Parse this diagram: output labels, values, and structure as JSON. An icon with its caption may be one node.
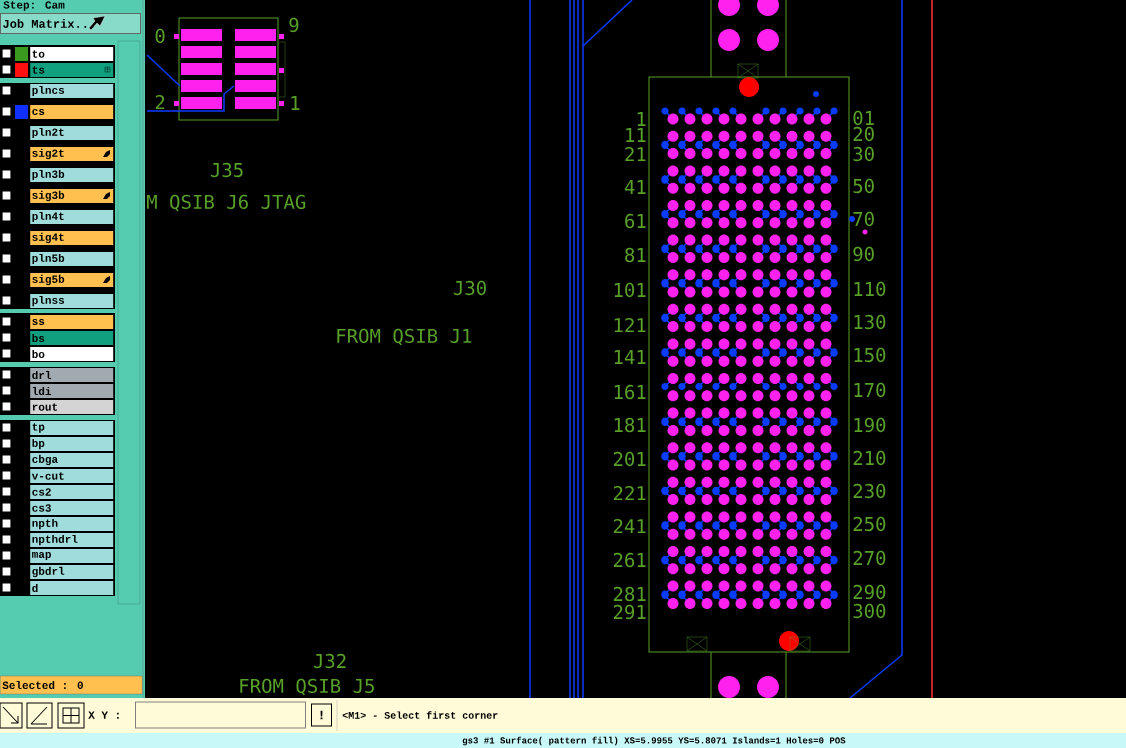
{
  "diagram": {
    "nodes": [
      {
        "text": [
          "Job Matrix..."
        ]
      },
      {
        "text": [
          "to"
        ]
      },
      {
        "text": [
          "ts"
        ]
      },
      {
        "text": [
          "plncs"
        ]
      },
      {
        "text": [
          "cs"
        ]
      },
      {
        "text": [
          "pln2t"
        ]
      },
      {
        "text": [
          "sig2t"
        ]
      },
      {
        "text": [
          "pln3b"
        ]
      },
      {
        "text": [
          "sig3b"
        ]
      },
      {
        "text": [
          "pln4t"
        ]
      },
      {
        "text": [
          "sig4t"
        ]
      },
      {
        "text": [
          "pln5b"
        ]
      },
      {
        "text": [
          "sig5b"
        ]
      },
      {
        "text": [
          "plnss"
        ]
      },
      {
        "text": [
          "ss"
        ]
      },
      {
        "text": [
          "bs"
        ]
      },
      {
        "text": [
          "bo"
        ]
      },
      {
        "text": [
          "drl"
        ]
      },
      {
        "text": [
          "ldi"
        ]
      },
      {
        "text": [
          "rout"
        ]
      },
      {
        "text": [
          "tp"
        ]
      },
      {
        "text": [
          "bp"
        ]
      },
      {
        "text": [
          "cbga"
        ]
      },
      {
        "text": [
          "v-cut"
        ]
      },
      {
        "text": [
          "cs2"
        ]
      },
      {
        "text": [
          "cs3"
        ]
      },
      {
        "text": [
          "npth"
        ]
      },
      {
        "text": [
          "npthdrl"
        ]
      },
      {
        "text": [
          "map"
        ]
      },
      {
        "text": [
          "gbdrl"
        ]
      },
      {
        "text": [
          "d"
        ]
      },
      {
        "text": [
          "Selected : 0"
        ]
      },
      {
        "text": [],
        "shape": "box"
      },
      {
        "text": [
          "!"
        ]
      },
      {
        "text": [
          "<M1> - Select first corner"
        ]
      }
    ],
    "labels": [
      "Step: Cam",
      "0",
      "9",
      "2",
      "1",
      "J35",
      "M QSIB J6 JTAG",
      "J30",
      "FROM QSIB J1",
      "J32",
      "FROM QSIB J5",
      "1",
      "11",
      "21",
      "41",
      "61",
      "81",
      "101",
      "121",
      "141",
      "161",
      "181",
      "201",
      "221",
      "241",
      "261",
      "281",
      "291",
      "01",
      "20",
      "30",
      "50",
      "70",
      "90",
      "110",
      "130",
      "150",
      "170",
      "190",
      "210",
      "230",
      "250",
      "270",
      "290",
      "300",
      "X Y :",
      "gs3 #1 Surface( pattern fill) XS=5.9955 YS=5.8071 Islands=1 Holes=0 POS"
    ]
  }
}
